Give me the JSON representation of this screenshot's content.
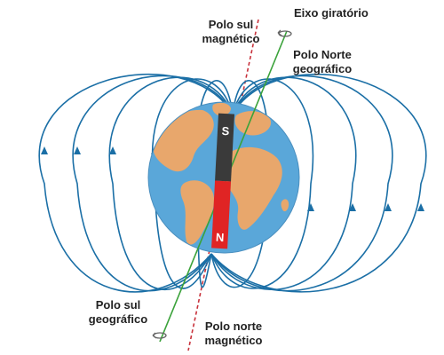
{
  "labels": {
    "magnetic_south_pole": [
      "Polo sul",
      "magnético"
    ],
    "rotation_axis": "Eixo giratório",
    "geographic_north_pole": [
      "Polo Norte",
      "geográfico"
    ],
    "geographic_south_pole": [
      "Polo sul",
      "geográfico"
    ],
    "magnetic_north_pole": [
      "Polo norte",
      "magnético"
    ],
    "magnet_top_letter": "S",
    "magnet_bottom_letter": "N"
  },
  "colors": {
    "field_line": "#1b6fa6",
    "ocean": "#5aa7d9",
    "land": "#e8a76c",
    "magnet_south": "#3a3a3a",
    "magnet_north": "#e02424",
    "rotation_axis": "#3aa23a",
    "magnetic_axis": "#c8323c",
    "label_text": "#222222"
  }
}
